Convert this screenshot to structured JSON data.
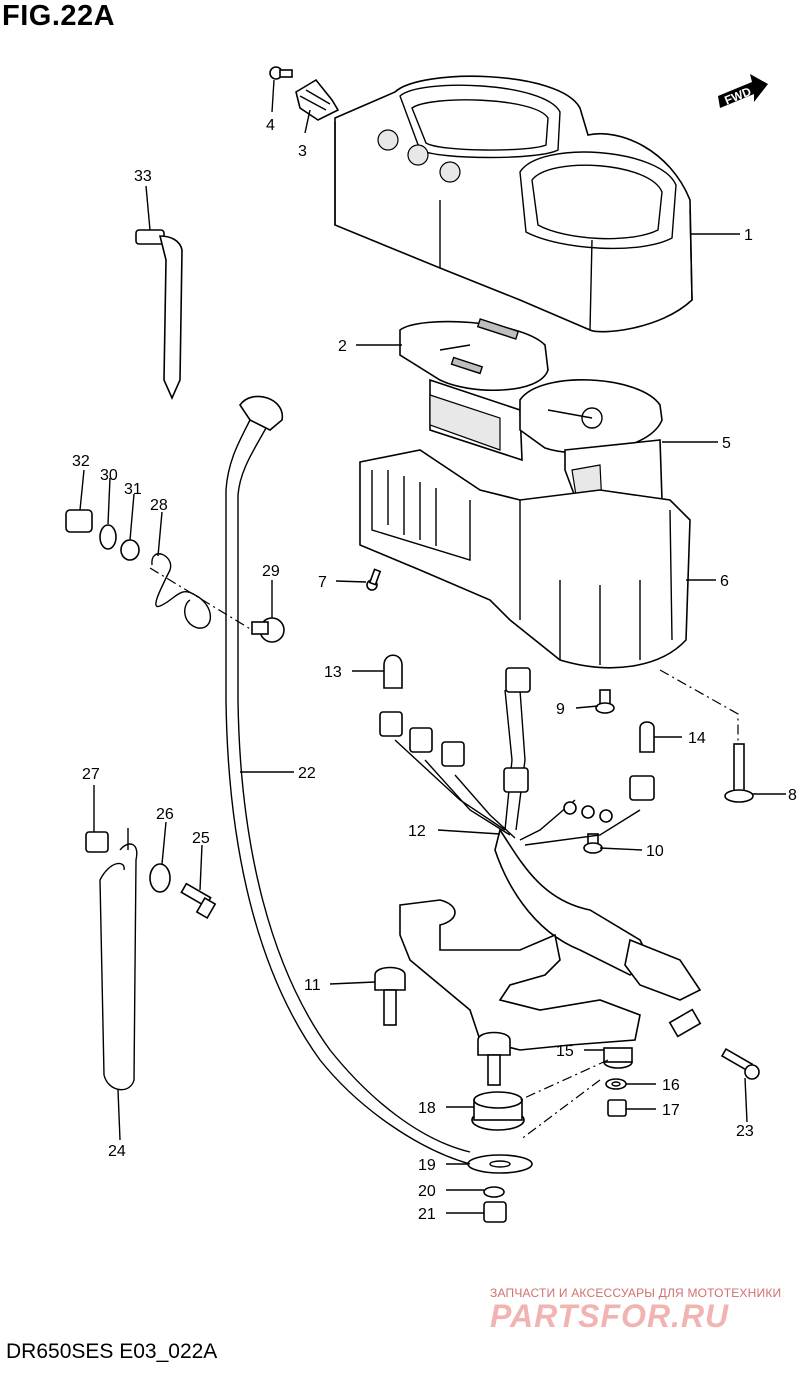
{
  "figure": {
    "title": "FIG.22A",
    "footer": "DR650SES E03_022A",
    "fwd_label": "FWD"
  },
  "watermark": {
    "line1": "ЗАПЧАСТИ И АКСЕССУАРЫ ДЛЯ МОТОТЕХНИКИ",
    "line2": "PARTSFOR.RU"
  },
  "callouts": [
    "1",
    "2",
    "3",
    "4",
    "5",
    "6",
    "7",
    "8",
    "9",
    "10",
    "11",
    "12",
    "13",
    "14",
    "15",
    "16",
    "17",
    "18",
    "19",
    "20",
    "21",
    "22",
    "23",
    "24",
    "25",
    "26",
    "27",
    "28",
    "29",
    "30",
    "31",
    "32",
    "33"
  ]
}
